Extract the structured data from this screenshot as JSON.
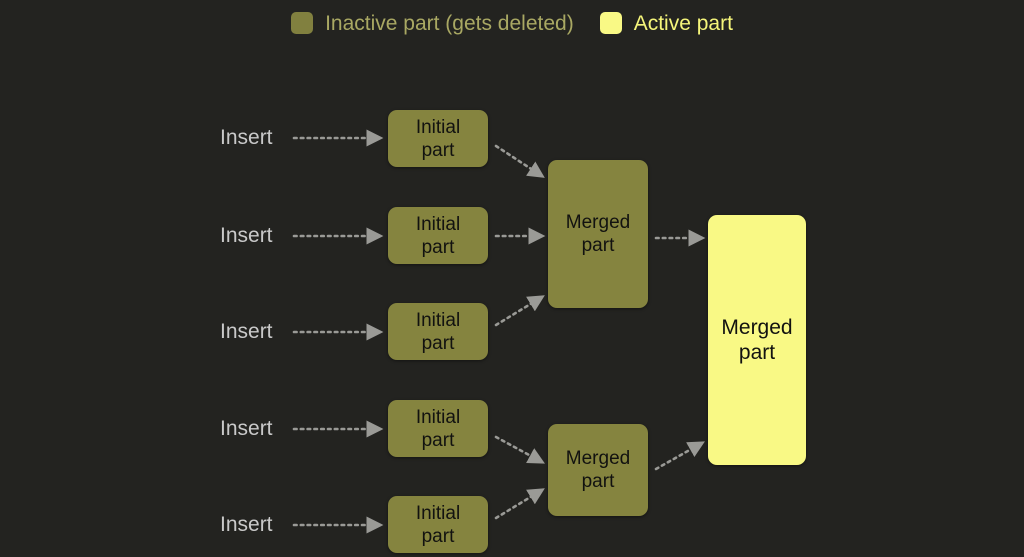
{
  "legend": {
    "items": [
      {
        "swatch": "inactive-swatch",
        "label": "Inactive part (gets deleted)",
        "color": "#81803f"
      },
      {
        "swatch": "active-swatch",
        "label": "Active part",
        "color": "#f9f985"
      }
    ]
  },
  "colors": {
    "background": "#232320",
    "inactive_fill": "#85843f",
    "active_fill": "#f9f985",
    "node_text": "#121210",
    "insert_text": "#c9c9c9",
    "arrow": "#9a9a96"
  },
  "inserts": [
    {
      "label": "Insert"
    },
    {
      "label": "Insert"
    },
    {
      "label": "Insert"
    },
    {
      "label": "Insert"
    },
    {
      "label": "Insert"
    }
  ],
  "initial_parts": [
    {
      "label": "Initial\npart"
    },
    {
      "label": "Initial\npart"
    },
    {
      "label": "Initial\npart"
    },
    {
      "label": "Initial\npart"
    },
    {
      "label": "Initial\npart"
    }
  ],
  "merged_parts": [
    {
      "label": "Merged\npart",
      "state": "inactive"
    },
    {
      "label": "Merged\npart",
      "state": "inactive"
    }
  ],
  "final_part": {
    "label": "Merged\npart",
    "state": "active"
  }
}
